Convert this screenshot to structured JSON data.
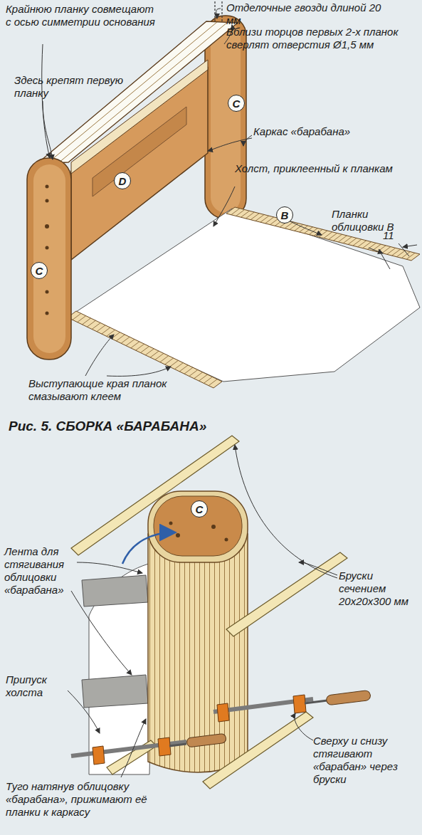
{
  "diagram": {
    "title": "Рис. 5. СБОРКА «БАРАБАНА»",
    "nodes": [
      {
        "text": [
          "C"
        ]
      },
      {
        "text": [
          "D"
        ]
      },
      {
        "text": [
          "C"
        ]
      },
      {
        "text": [
          "B"
        ]
      },
      {
        "text": [
          "C"
        ]
      }
    ],
    "edges": [],
    "labels": [
      "Отделочные гвозди длиной 20 мм",
      "Крайнюю планку совмещают с осью симметрии основания",
      "Вблизи торцов первых 2-х планок сверлят отверстия Ø1,5 мм",
      "Здесь крепят первую планку",
      "Каркас «барабана»",
      "Холст, приклеенный к планкам",
      "Планки облицовки B",
      "11",
      "Выступающие края планок смазывают клеем",
      "Лента для стягивания облицовки «барабана»",
      "Бруски сечением 20x20x300 мм",
      "Припуск холста",
      "Сверху и снизу стягивают «барабан» через бруски",
      "Туго натянув облицовку «барабана», прижимают её планки к каркасу"
    ]
  }
}
